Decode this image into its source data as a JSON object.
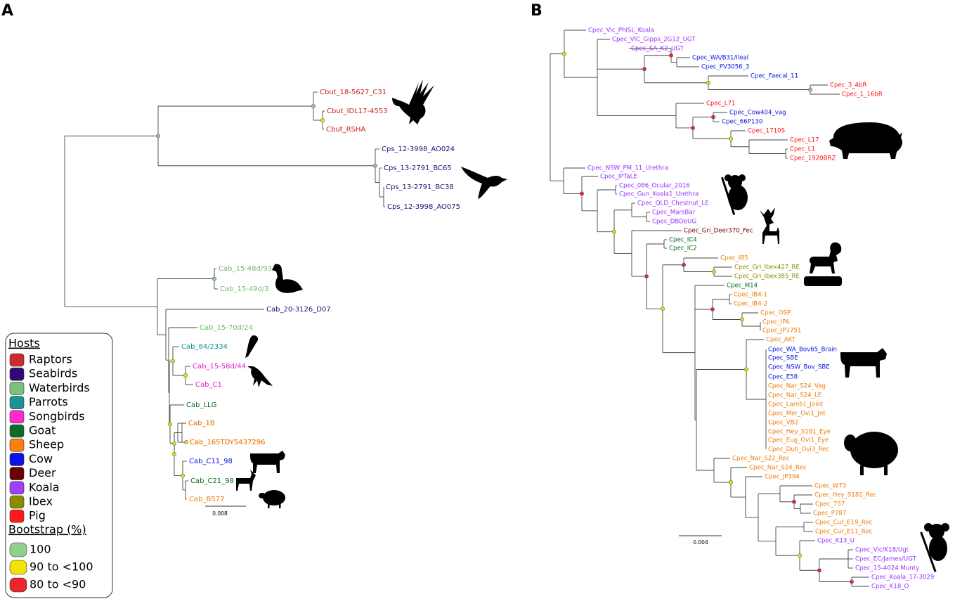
{
  "panels": {
    "left": "A",
    "right": "B"
  },
  "colors": {
    "raptor": "#cc1f1f",
    "seabird": "#2b0a78",
    "waterbird": "#6fbf6f",
    "parrot": "#139090",
    "songbird": "#e619c8",
    "goat": "#0b6e1e",
    "sheep": "#f07a0a",
    "cow": "#0a12e6",
    "deer": "#6b0000",
    "koala": "#9b30ff",
    "ibex": "#8a8a00",
    "pig": "#ff1111",
    "node100": "#8fd08a",
    "node90": "#f2e300",
    "node80": "#e8262b"
  },
  "legend": {
    "hosts_title": "Hosts",
    "hosts": [
      {
        "label": "Raptors",
        "color": "#cc2b2b"
      },
      {
        "label": "Seabirds",
        "color": "#2d0a78"
      },
      {
        "label": "Waterbirds",
        "color": "#78c27b"
      },
      {
        "label": "Parrots",
        "color": "#1a9494"
      },
      {
        "label": "Songbirds",
        "color": "#ff2bd2"
      },
      {
        "label": "Goat",
        "color": "#0f6b2a"
      },
      {
        "label": "Sheep",
        "color": "#ff7f0e"
      },
      {
        "label": "Cow",
        "color": "#0a12e6"
      },
      {
        "label": "Deer",
        "color": "#6b0000"
      },
      {
        "label": "Koala",
        "color": "#a040ff"
      },
      {
        "label": "Ibex",
        "color": "#8b8b00"
      },
      {
        "label": "Pig",
        "color": "#ff1a1a"
      }
    ],
    "bootstrap_title": "Bootstrap (%)",
    "bootstrap": [
      {
        "label": "100",
        "color": "#8fd08a"
      },
      {
        "label": "90 to <100",
        "color": "#f2e300"
      },
      {
        "label": "80 to <90",
        "color": "#e8262b"
      }
    ]
  },
  "scalebars": {
    "left": "0.008",
    "right": "0.004"
  },
  "icons": [
    "eagle-icon",
    "albatross-icon",
    "duck-icon",
    "parrot-icon",
    "crow-icon",
    "cow-icon",
    "goat-icon",
    "sheep-icon",
    "pig-icon",
    "koala-icon",
    "deer-icon",
    "ibex-icon"
  ],
  "treeA": {
    "tips": [
      {
        "label": "Cbut_18-5627_C31",
        "group": "raptor"
      },
      {
        "label": "Cbut_IDL17-4553",
        "group": "raptor"
      },
      {
        "label": "Cbut_RSHA",
        "group": "raptor"
      },
      {
        "label": "Cps_12-3998_AO024",
        "group": "seabird"
      },
      {
        "label": "Cps_13-2791_BC65",
        "group": "seabird"
      },
      {
        "label": "Cps_13-2791_BC38",
        "group": "seabird"
      },
      {
        "label": "Cps_12-3998_AO075",
        "group": "seabird"
      },
      {
        "label": "Cab_15-48d/93",
        "group": "waterbird"
      },
      {
        "label": "Cab_15-49d/3",
        "group": "waterbird"
      },
      {
        "label": "Cab_20-3126_D07",
        "group": "seabird"
      },
      {
        "label": "Cab_15-70d/24",
        "group": "waterbird"
      },
      {
        "label": "Cab_84/2334",
        "group": "parrot"
      },
      {
        "label": "Cab_15-58d/44",
        "group": "songbird"
      },
      {
        "label": "Cab_C1",
        "group": "songbird"
      },
      {
        "label": "Cab_LLG",
        "group": "goat"
      },
      {
        "label": "Cab_1B",
        "group": "sheep"
      },
      {
        "label": "Cab_165TDY5437296",
        "group": "sheep"
      },
      {
        "label": "Cab_C11_98",
        "group": "cow"
      },
      {
        "label": "Cab_C21_98",
        "group": "goat"
      },
      {
        "label": "Cab_B577",
        "group": "sheep"
      }
    ]
  },
  "treeB": {
    "tips": [
      {
        "label": "Cpec_Vic_PhISL_Koala",
        "group": "koala"
      },
      {
        "label": "Cpec_VIC_Gipps_2G12_UGT",
        "group": "koala"
      },
      {
        "label": "Cpec_SA_K2_UGT",
        "group": "koala"
      },
      {
        "label": "Cpec_WA/B31/Ileal",
        "group": "cow"
      },
      {
        "label": "Cpec_PV3056_3",
        "group": "cow"
      },
      {
        "label": "Cpec_Faecal_11",
        "group": "cow"
      },
      {
        "label": "Cpec_3_4bR",
        "group": "pig"
      },
      {
        "label": "Cpec_1_16bR",
        "group": "pig"
      },
      {
        "label": "Cpec_L71",
        "group": "pig"
      },
      {
        "label": "Cpec_Cow404_vag",
        "group": "cow"
      },
      {
        "label": "Cpec_66P130",
        "group": "cow"
      },
      {
        "label": "Cpec_1710S",
        "group": "pig"
      },
      {
        "label": "Cpec_L17",
        "group": "pig"
      },
      {
        "label": "Cpec_L1",
        "group": "pig"
      },
      {
        "label": "Cpec_1920BRZ",
        "group": "pig"
      },
      {
        "label": "Cpec_NSW_PM_11_Urethra",
        "group": "koala"
      },
      {
        "label": "Cpec_IPTaLE",
        "group": "koala"
      },
      {
        "label": "Cpec_086_Ocular_2016",
        "group": "koala"
      },
      {
        "label": "Cpec_Gun_Koala1_Urethra",
        "group": "koala"
      },
      {
        "label": "Cpec_QLD_Chestnut_LE",
        "group": "koala"
      },
      {
        "label": "Cpec_MarsBar",
        "group": "koala"
      },
      {
        "label": "Cpec_DBDeUG",
        "group": "koala"
      },
      {
        "label": "Cpec_Gri_Deer370_Fec",
        "group": "deer"
      },
      {
        "label": "Cpec_IC4",
        "group": "goat"
      },
      {
        "label": "Cpec_IC2",
        "group": "goat"
      },
      {
        "label": "Cpec_IB5",
        "group": "sheep"
      },
      {
        "label": "Cpec_Gri_Ibex427_RE",
        "group": "ibex"
      },
      {
        "label": "Cpec_Gri_Ibex385_RE",
        "group": "ibex"
      },
      {
        "label": "Cpec_M14",
        "group": "goat"
      },
      {
        "label": "Cpec_IB4-1",
        "group": "sheep"
      },
      {
        "label": "Cpec_IB4-2",
        "group": "sheep"
      },
      {
        "label": "Cpec_OSP",
        "group": "sheep"
      },
      {
        "label": "Cpec_IPA",
        "group": "sheep"
      },
      {
        "label": "Cpec_JP1751",
        "group": "sheep"
      },
      {
        "label": "Cpec_AKT",
        "group": "sheep"
      },
      {
        "label": "Cpec_WA_Bov65_Brain",
        "group": "cow"
      },
      {
        "label": "Cpec_SBE",
        "group": "cow"
      },
      {
        "label": "Cpec_NSW_Bov_SBE",
        "group": "cow"
      },
      {
        "label": "Cpec_E58",
        "group": "cow"
      },
      {
        "label": "Cpec_Nar_S24_Vag",
        "group": "sheep"
      },
      {
        "label": "Cpec_Nar_S24_LE",
        "group": "sheep"
      },
      {
        "label": "Cpec_Lamb1_Joint",
        "group": "sheep"
      },
      {
        "label": "Cpec_Mer_Ovi1_Jnt",
        "group": "sheep"
      },
      {
        "label": "Cpec_VB2",
        "group": "sheep"
      },
      {
        "label": "Cpec_Hey_S181_Eye",
        "group": "sheep"
      },
      {
        "label": "Cpec_Eug_Ovi1_Eye",
        "group": "sheep"
      },
      {
        "label": "Cpec_Dub_Ovi3_Rec",
        "group": "sheep"
      },
      {
        "label": "Cpec_Nar_S22_Rec",
        "group": "sheep"
      },
      {
        "label": "Cpec_Nar_S24_Rec",
        "group": "sheep"
      },
      {
        "label": "Cpec_JP394",
        "group": "sheep"
      },
      {
        "label": "Cpec_W73",
        "group": "sheep"
      },
      {
        "label": "Cpec_Hey_S181_Rec",
        "group": "sheep"
      },
      {
        "label": "Cpec_757",
        "group": "sheep"
      },
      {
        "label": "Cpec_P787",
        "group": "sheep"
      },
      {
        "label": "Cpec_Cur_E19_Rec",
        "group": "sheep"
      },
      {
        "label": "Cpec_Cur_E11_Rec",
        "group": "sheep"
      },
      {
        "label": "Cpec_K13_U",
        "group": "koala"
      },
      {
        "label": "Cpec_Vic/K18/Ugt",
        "group": "koala"
      },
      {
        "label": "Cpec_EC/James/UGT",
        "group": "koala"
      },
      {
        "label": "Cpec_15-4024 Munty",
        "group": "koala"
      },
      {
        "label": "Cpec_Koala_17-3029",
        "group": "koala"
      },
      {
        "label": "Cpec_K18_O",
        "group": "koala"
      }
    ]
  }
}
